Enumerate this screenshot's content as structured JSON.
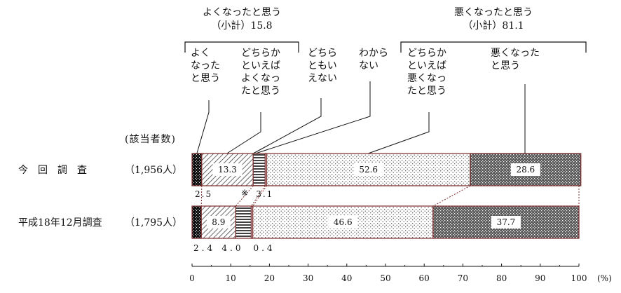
{
  "chart_data": {
    "type": "bar",
    "orientation": "horizontal",
    "stacked": true,
    "header": "(該当者数)",
    "categories": [
      "今　回　調　査",
      "平成18年12月調査"
    ],
    "counts": [
      "（1,956人）",
      "（1,795人）"
    ],
    "series": [
      {
        "name": "よく\nなった\nと思う",
        "values": [
          2.5,
          2.4
        ],
        "color": "#222222"
      },
      {
        "name": "どちらか\nといえば\nよくなっ\nたと思う",
        "values": [
          13.3,
          8.9
        ],
        "color": "#888888"
      },
      {
        "name": "どちら\nともい\nえない",
        "values": [
          3.1,
          4.0
        ],
        "color": "#555555"
      },
      {
        "name": "わから\nない",
        "values": [
          0.4,
          0.4
        ],
        "color": "#ffffff"
      },
      {
        "name": "どちらか\nといえば\n悪くなっ\nたと思う",
        "values": [
          52.6,
          46.6
        ],
        "color": "#dddddd"
      },
      {
        "name": "悪くなった\nと思う",
        "values": [
          28.6,
          37.7
        ],
        "color": "#777777"
      }
    ],
    "bar_labels": [
      {
        "series": 1,
        "row": 0,
        "text": "13.3"
      },
      {
        "series": 4,
        "row": 0,
        "text": "52.6"
      },
      {
        "series": 5,
        "row": 0,
        "text": "28.6"
      },
      {
        "series": 1,
        "row": 1,
        "text": "8.9"
      },
      {
        "series": 4,
        "row": 1,
        "text": "46.6"
      },
      {
        "series": 5,
        "row": 1,
        "text": "37.7"
      }
    ],
    "between_labels": [
      "2.5",
      "※",
      "3.1"
    ],
    "below_labels": [
      "2.4",
      "4.0",
      "0.4"
    ],
    "groups": [
      {
        "title": "よくなったと思う",
        "subtitle": "（小計）15.8"
      },
      {
        "title": "悪くなったと思う",
        "subtitle": "（小計）81.1"
      }
    ],
    "x_ticks": [
      0,
      10,
      20,
      30,
      40,
      50,
      60,
      70,
      80,
      90,
      100
    ],
    "x_unit": "(%)",
    "xlim": [
      0,
      100
    ],
    "colors": {
      "edge": "#7a2a2a",
      "ink": "#111111"
    }
  }
}
